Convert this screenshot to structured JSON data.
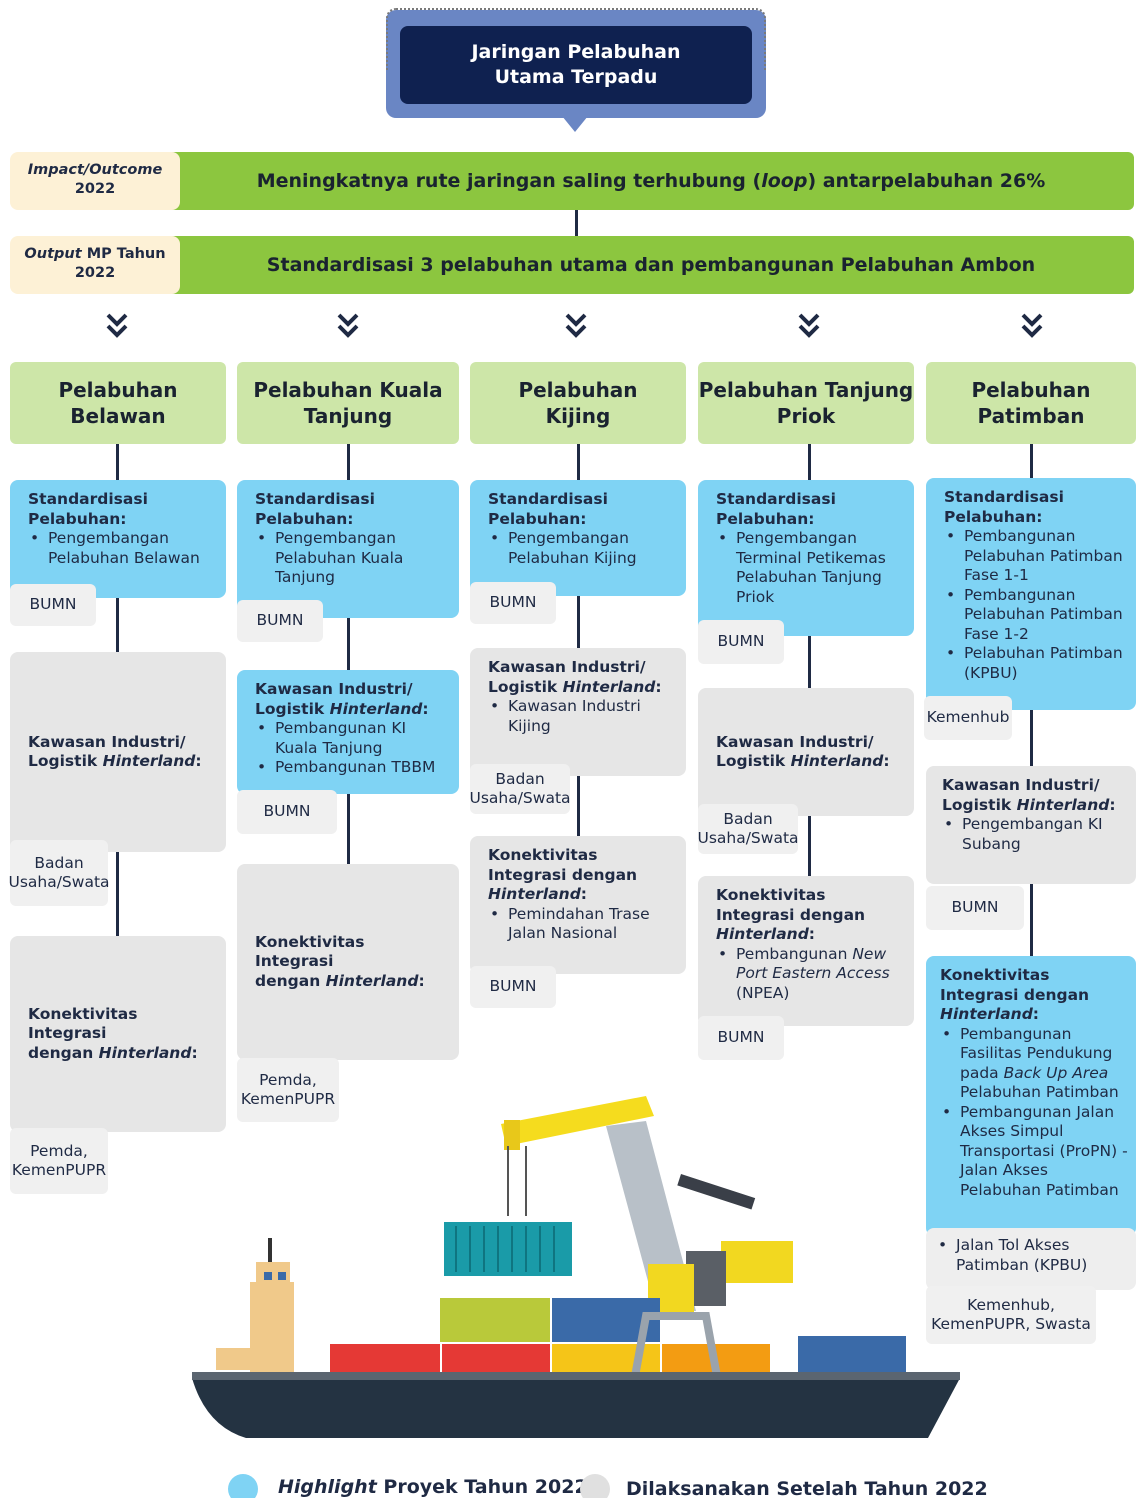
{
  "title": {
    "line1": "Jaringan Pelabuhan",
    "line2": "Utama Terpadu"
  },
  "rows": {
    "impact": {
      "label_italic": "Impact/Outcome",
      "label_year": "2022",
      "text_pre": "Meningkatnya rute jaringan saling terhubung (",
      "text_italic": "loop",
      "text_post": ") antarpelabuhan 26%"
    },
    "output": {
      "label_italic": "Output",
      "label_rest": " MP Tahun",
      "label_year": "2022",
      "text": "Standardisasi 3 pelabuhan utama dan pembangunan Pelabuhan Ambon"
    }
  },
  "ports": [
    {
      "l1": "Pelabuhan",
      "l2": "Belawan"
    },
    {
      "l1": "Pelabuhan Kuala",
      "l2": "Tanjung"
    },
    {
      "l1": "Pelabuhan",
      "l2": "Kijing"
    },
    {
      "l1": "Pelabuhan Tanjung",
      "l2": "Priok"
    },
    {
      "l1": "Pelabuhan",
      "l2": "Patimban"
    }
  ],
  "headings": {
    "std_1": "Standardisasi",
    "std_2": "Pelabuhan:",
    "ki_1": "Kawasan Industri/",
    "ki_2a": "Logistik ",
    "ki_2b": "Hinterland",
    "ki_2c": ":",
    "kon_1": "Konektivitas",
    "kon_2": "Integrasi dengan",
    "kon_3a": "Hinterland",
    "kon_3b": ":",
    "kon_w1": "Konektivitas Integrasi",
    "kon_w2a": "dengan ",
    "kon_w2b": "Hinterland",
    "kon_w2c": ":"
  },
  "items": {
    "belawan_std": "Pengembangan Pelabuhan Belawan",
    "kt_std": "Pengembangan Pelabuhan Kuala Tanjung",
    "kt_ki_1": "Pembangunan KI Kuala Tanjung",
    "kt_ki_2": "Pembangunan TBBM",
    "kijing_std": "Pengembangan Pelabuhan Kijing",
    "kijing_ki": "Kawasan Industri Kijing",
    "kijing_kon": "Pemindahan Trase Jalan Nasional",
    "priok_std": "Pengembangan Terminal Petikemas Pelabuhan Tanjung Priok",
    "priok_kon_pre": "Pembangunan ",
    "priok_kon_it": "New Port Eastern Access",
    "priok_kon_post": " (NPEA)",
    "pat_std_1": "Pembangunan Pelabuhan Patimban Fase 1-1",
    "pat_std_2": "Pembangunan Pelabuhan Patimban Fase 1-2",
    "pat_std_3": "Pelabuhan Patimban (KPBU)",
    "pat_ki": "Pengembangan KI Subang",
    "pat_kon_1a": "Pembangunan Fasilitas Pendukung pada ",
    "pat_kon_1b": "Back Up Area",
    "pat_kon_1c": " Pelabuhan Patimban",
    "pat_kon_2": "Pembangunan Jalan Akses Simpul Transportasi (ProPN) - Jalan Akses Pelabuhan Patimban",
    "pat_kon_3": "Jalan Tol Akses Patimban (KPBU)"
  },
  "tags": {
    "bumn": "BUMN",
    "swasta_1": "Badan",
    "swasta_2": "Usaha/Swata",
    "pemda_1": "Pemda,",
    "pemda_2": "KemenPUPR",
    "kemenhub": "Kemenhub",
    "kpbu_1": "Kemenhub,",
    "kpbu_2": "KemenPUPR, Swasta"
  },
  "legend": {
    "highlight_it": "Highlight",
    "highlight_rest": " Proyek Tahun 2022",
    "later": "Dilaksanakan Setelah Tahun 2022",
    "blue_color": "#7fd3f4",
    "grey_color": "#e0e0e0"
  },
  "colors": {
    "navy": "#0f2150",
    "green": "#8cc63f",
    "light_green": "#cde6a8",
    "blue": "#7fd3f4",
    "grey": "#e6e6e6",
    "cream": "#fdf1d6"
  }
}
